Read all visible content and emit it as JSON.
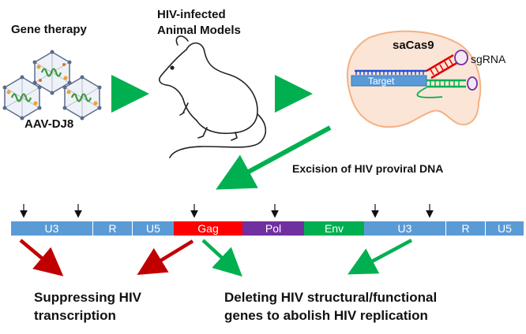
{
  "labels": {
    "gene_therapy": "Gene therapy",
    "aav": "AAV-DJ8",
    "models_line1": "HIV-infected",
    "models_line2": "Animal Models",
    "sacas9": "saCas9",
    "sgrna": "sgRNA",
    "target": "Target",
    "excision": "Excision of HIV proviral DNA",
    "suppress_line1": "Suppressing HIV",
    "suppress_line2": "transcription",
    "delete_line1": "Deleting HIV structural/functional",
    "delete_line2": "genes to abolish HIV replication"
  },
  "genome_segments": [
    {
      "id": "u3-left",
      "label": "U3",
      "color": "#5b9bd5"
    },
    {
      "id": "r-left",
      "label": "R",
      "color": "#5b9bd5"
    },
    {
      "id": "u5-left",
      "label": "U5",
      "color": "#5b9bd5"
    },
    {
      "id": "gag",
      "label": "Gag",
      "color": "#ff0000"
    },
    {
      "id": "pol",
      "label": "Pol",
      "color": "#7030a0"
    },
    {
      "id": "env",
      "label": "Env",
      "color": "#00b050"
    },
    {
      "id": "u3-right",
      "label": "U3",
      "color": "#5b9bd5"
    },
    {
      "id": "r-right",
      "label": "R",
      "color": "#5b9bd5"
    },
    {
      "id": "u5-right",
      "label": "U5",
      "color": "#5b9bd5"
    }
  ],
  "colors": {
    "green_arrow": "#00b050",
    "red_arrow": "#c00000",
    "cas9_fill": "#fbe5d6",
    "cas9_stroke": "#f4b183",
    "target_bar": "#5b9bd5",
    "sgrna_loop": "#7030a0",
    "aav_capsid": "#5b6b8a",
    "aav_dna": "#3a9a3a"
  }
}
